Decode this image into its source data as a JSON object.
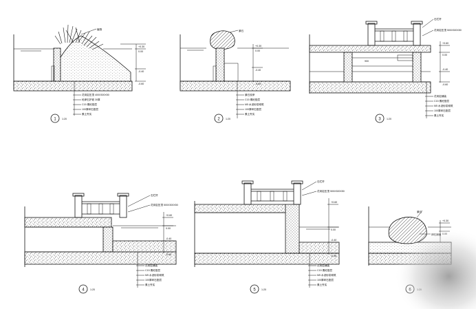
{
  "sections": [
    {
      "id": "s1",
      "number": "1",
      "scale": "1:20",
      "plant_label": "植物",
      "labels": [
        "花岗岩压顶 400X300X50",
        "砼卵石护坡 30厚",
        "C15 素砼垫层",
        "100厚碎石垫层",
        "素土夯实"
      ],
      "elev": [
        "+0.30",
        "0.00",
        "-0.40",
        "-0.60"
      ]
    },
    {
      "id": "s2",
      "number": "2",
      "scale": "1:20",
      "rock_label": "景石",
      "labels": [
        "景石驳岸",
        "C15 素砼垫层",
        "M5 水泥砂浆砌筑",
        "100厚碎石垫层",
        "素土夯实"
      ],
      "elev": [
        "+0.30",
        "0.00",
        "-0.40",
        "-0.60"
      ]
    },
    {
      "id": "s3",
      "number": "3",
      "scale": "1:20",
      "callouts": [
        "石栏杆",
        "花岗岩压顶 500X300X50"
      ],
      "labels": [
        "花岗岩铺装",
        "C15 素砼垫层",
        "M5 水泥砂浆砌筑",
        "100厚碎石垫层",
        "素土夯实"
      ],
      "elev": [
        "+0.60",
        "0.00",
        "-0.40",
        "-0.60"
      ],
      "dim": "900"
    },
    {
      "id": "s4",
      "number": "4",
      "scale": "1:20",
      "callouts": [
        "石栏杆",
        "花岗岩压顶 500X300X50"
      ],
      "labels": [
        "花岗岩铺装",
        "C15 素砼垫层",
        "M5 水泥砂浆砌筑",
        "100厚碎石垫层",
        "素土夯实"
      ],
      "elev": [
        "+0.60",
        "0.00",
        "-0.40",
        "-0.60"
      ]
    },
    {
      "id": "s5",
      "number": "5",
      "scale": "1:20",
      "callouts": [
        "石栏杆",
        "花岗岩压顶 500X300X50"
      ],
      "labels": [
        "花岗岩铺装",
        "C15 素砼垫层",
        "M5 水泥砂浆砌筑",
        "100厚碎石垫层",
        "素土夯实"
      ],
      "elev": [
        "+0.60",
        "0.00",
        "-0.40",
        "-0.60"
      ]
    },
    {
      "id": "s6",
      "number": "6",
      "scale": "1:20",
      "rock_label": "景石",
      "callouts": [
        "卵石铺面"
      ],
      "elev": [
        "+0.30",
        "0.00"
      ]
    }
  ],
  "colors": {
    "line": "#111111",
    "paper": "#ffffff"
  },
  "icons": {
    "section-marker": "circle-number-icon"
  }
}
